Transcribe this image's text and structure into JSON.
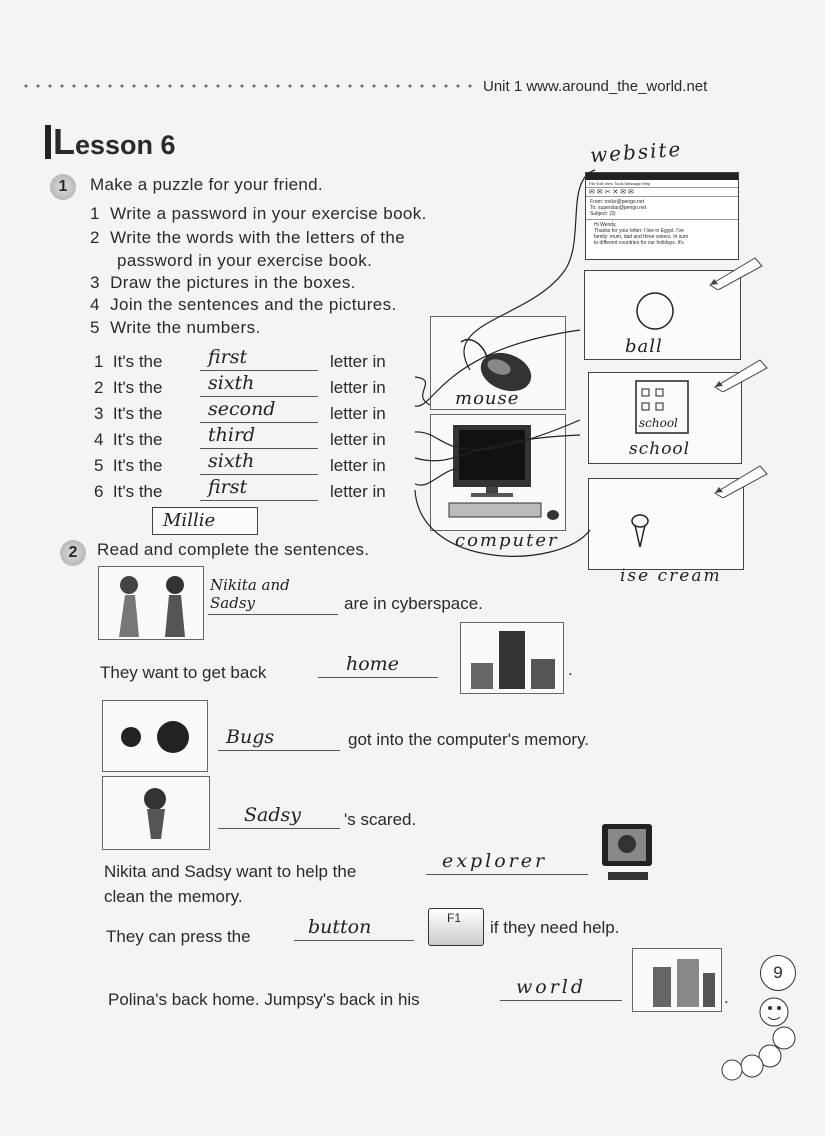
{
  "header": {
    "unit": "Unit 1  www.around_the_world.net"
  },
  "lesson": {
    "title_rest": "esson 6",
    "title_initial": "L"
  },
  "ex1": {
    "number": "1",
    "instruction": "Make a puzzle for your friend.",
    "steps": [
      {
        "n": "1",
        "text": "Write a password in your exercise book."
      },
      {
        "n": "2",
        "text": "Write the words with the letters of the"
      },
      {
        "n": "",
        "text": "password in your exercise book."
      },
      {
        "n": "3",
        "text": "Draw the pictures in the boxes."
      },
      {
        "n": "4",
        "text": "Join the sentences and the pictures."
      },
      {
        "n": "5",
        "text": "Write the numbers."
      }
    ],
    "sentences": [
      {
        "n": "1",
        "pre": "It's the",
        "answer": "first",
        "post": "letter in"
      },
      {
        "n": "2",
        "pre": "It's the",
        "answer": "sixth",
        "post": "letter in"
      },
      {
        "n": "3",
        "pre": "It's the",
        "answer": "second",
        "post": "letter in"
      },
      {
        "n": "4",
        "pre": "It's the",
        "answer": "third",
        "post": "letter in"
      },
      {
        "n": "5",
        "pre": "It's the",
        "answer": "sixth",
        "post": "letter in"
      },
      {
        "n": "6",
        "pre": "It's the",
        "answer": "first",
        "post": "letter in"
      }
    ],
    "password": "Millie",
    "labels": {
      "website": "website",
      "mouse": "mouse",
      "computer": "computer",
      "ball": "ball",
      "school_in_box": "school",
      "school": "school",
      "icecream": "ise cream"
    },
    "email": {
      "menu": "File  Edit  View  Tools  Message  Help",
      "from": "From: rocke@pengo.net",
      "to": "To: superstar@pengo.net",
      "subject": "Subject: (3)",
      "greeting": "Hi Wendy,",
      "body1": "Thanks for your letter. I live in Egypt. I've",
      "body2": "family: mum, dad and three sisters. In sum",
      "body3": "to different countries for our holidays. It's"
    }
  },
  "ex2": {
    "number": "2",
    "instruction": "Read and complete the sentences.",
    "s1": {
      "answer": "Nikita and Sadsy",
      "post": "are in cyberspace."
    },
    "s2": {
      "pre": "They want to get back",
      "answer": "home",
      "post": "."
    },
    "s3": {
      "answer": "Bugs",
      "post": "got into the computer's memory."
    },
    "s4": {
      "answer": "Sadsy",
      "post": "'s scared."
    },
    "s5": {
      "pre": "Nikita and Sadsy want to help the",
      "answer": "explorer",
      "post2": "clean the memory."
    },
    "s6": {
      "pre": "They can press the",
      "answer": "button",
      "key": "F1",
      "post": "if they need help."
    },
    "s7": {
      "pre": "Polina's back home. Jumpsy's back in his",
      "answer": "world",
      "post": "."
    }
  },
  "page_number": "9"
}
